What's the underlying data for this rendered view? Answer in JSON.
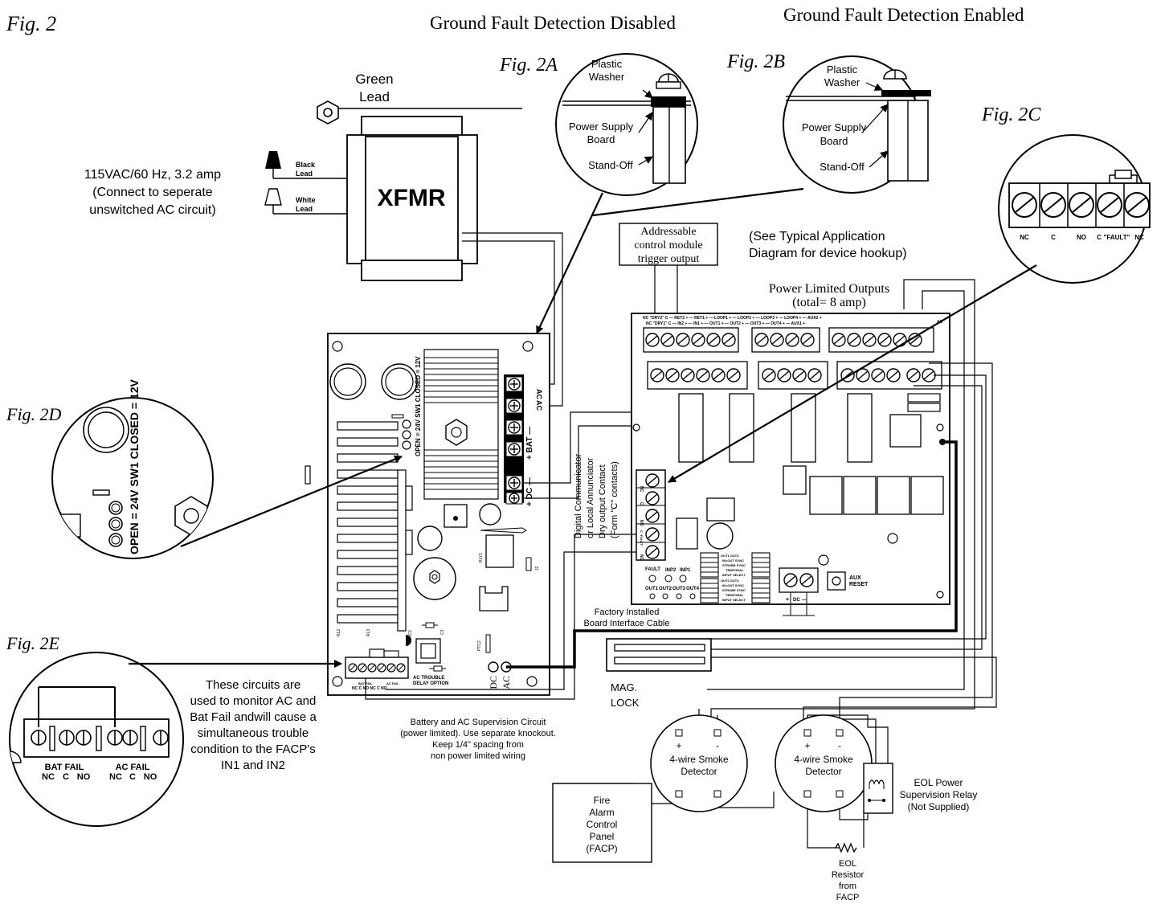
{
  "figures": {
    "fig2": "Fig. 2",
    "fig2a": "Fig. 2A",
    "fig2b": "Fig. 2B",
    "fig2c": "Fig. 2C",
    "fig2d": "Fig. 2D",
    "fig2e": "Fig. 2E"
  },
  "headings": {
    "disabled": "Ground Fault Detection Disabled",
    "enabled": "Ground Fault Detection Enabled"
  },
  "standoff": {
    "washer_line1": "Plastic",
    "washer_line2": "Washer",
    "board_line1": "Power Supply",
    "board_line2": "Board",
    "standoff": "Stand-Off"
  },
  "transformer": {
    "label": "XFMR",
    "green_lead_line1": "Green",
    "green_lead_line2": "Lead",
    "black_lead_line1": "Black",
    "black_lead_line2": "Lead",
    "white_lead_line1": "White",
    "white_lead_line2": "Lead",
    "ac_line1": "115VAC/60 Hz, 3.2 amp",
    "ac_line2": "(Connect to seperate",
    "ac_line3": "unswitched AC circuit)"
  },
  "addressable": {
    "line1": "Addressable",
    "line2": "control module",
    "line3": "trigger output"
  },
  "see_typical": {
    "line1": "(See Typical Application",
    "line2": "Diagram for device hookup)"
  },
  "power_limited": {
    "line1": "Power Limited Outputs",
    "line2": "(total= 8 amp)"
  },
  "fig2c_terminals": [
    "NC",
    "C",
    "NO",
    "C",
    "\"FAULT\"",
    "NC"
  ],
  "board": {
    "ac1": "AC",
    "ac2": "AC",
    "bat": "+ BAT —",
    "dc": "+ DC —",
    "sw1": "OPEN = 24V SW1 CLOSED = 12V",
    "rly1": "RLY1",
    "j2": "J2",
    "rl2": "RL2",
    "rl3": "RL3",
    "ic2": "IC2",
    "c3": "C3",
    "ptc2": "PTC2",
    "dc_out": "DC",
    "ac_out": "AC",
    "trouble_line1": "AC TROUBLE",
    "trouble_line2": "DELAY OPTION",
    "batfail_small": "BAT FAIL",
    "acfail_small": "AC FAIL",
    "term_small": "NC C NO NC C NO"
  },
  "module": {
    "top_row1": "NC \"DRY2\" C    — RET2 +    — RET1 +         — LOOP1 +   — LOOP2 +         — LOOP3 +    — LOOP4 +   — AUX2 +",
    "top_row2": "NC \"DRY1\" C    — IN2 +    — IN1 +           — OUT1 +    — OUT2 +          — OUT3 +    — OUT4 +   — AUX1 +",
    "ac_tag": "AC",
    "fault": "FAULT",
    "inp2": "INP2",
    "inp1": "INP1",
    "out1": "OUT1",
    "out2": "OUT2",
    "out3": "OUT3",
    "out4": "OUT4",
    "dip_left_1": "OUT1    OUT3",
    "dip_left_2": "IN=OUT SYNC",
    "dip_left_3": "STROBE SYNC",
    "dip_left_4": "TEMPORAL",
    "dip_left_5": "INPUT SELECT",
    "dip_left_6": "OUT2    OUT4",
    "dc_plus": "+",
    "dc_label": "DC",
    "dc_minus": "—",
    "aux": "AUX",
    "reset": "RESET"
  },
  "dry_contact": {
    "line1": "Digital Communicator",
    "line2": "or Local Annunciator",
    "line3": "Dry output Contact",
    "line4": "(Form \"C\" contacts)",
    "t1": "NC",
    "t2": "C",
    "t3": "NO",
    "t4": "C \"FAULT\"",
    "t5": "NC"
  },
  "cable": {
    "line1": "Factory Installed",
    "line2": "Board Interface Cable"
  },
  "mag_lock": {
    "line1": "MAG.",
    "line2": "LOCK"
  },
  "supervision": {
    "line1": "Battery and AC Supervision Circuit",
    "line2": "(power limited). Use separate knockout.",
    "line3": "Keep 1/4\" spacing from",
    "line4": "non power limited wiring"
  },
  "monitor_note": {
    "line1": "These circuits are",
    "line2": "used to monitor AC and",
    "line3": "Bat Fail andwill cause a",
    "line4": "simultaneous trouble",
    "line5": "condition to the FACP's",
    "line6": "IN1 and IN2"
  },
  "fig2e": {
    "bat_fail": "BAT FAIL",
    "ac_fail": "AC FAIL",
    "terminals": [
      "NC",
      "C",
      "NO",
      "NC",
      "C",
      "NO"
    ]
  },
  "fig2d": {
    "sw1": "OPEN = 24V SW1 CLOSED = 12V"
  },
  "smoke": {
    "plus": "+",
    "minus": "-",
    "line1": "4-wire Smoke",
    "line2": "Detector"
  },
  "facp": {
    "line1": "Fire",
    "line2": "Alarm",
    "line3": "Control",
    "line4": "Panel",
    "line5": "(FACP)"
  },
  "eol_relay": {
    "line1": "EOL Power",
    "line2": "Supervision Relay",
    "line3": "(Not Supplied)"
  },
  "eol_resistor": {
    "line1": "EOL",
    "line2": "Resistor",
    "line3": "from",
    "line4": "FACP"
  }
}
